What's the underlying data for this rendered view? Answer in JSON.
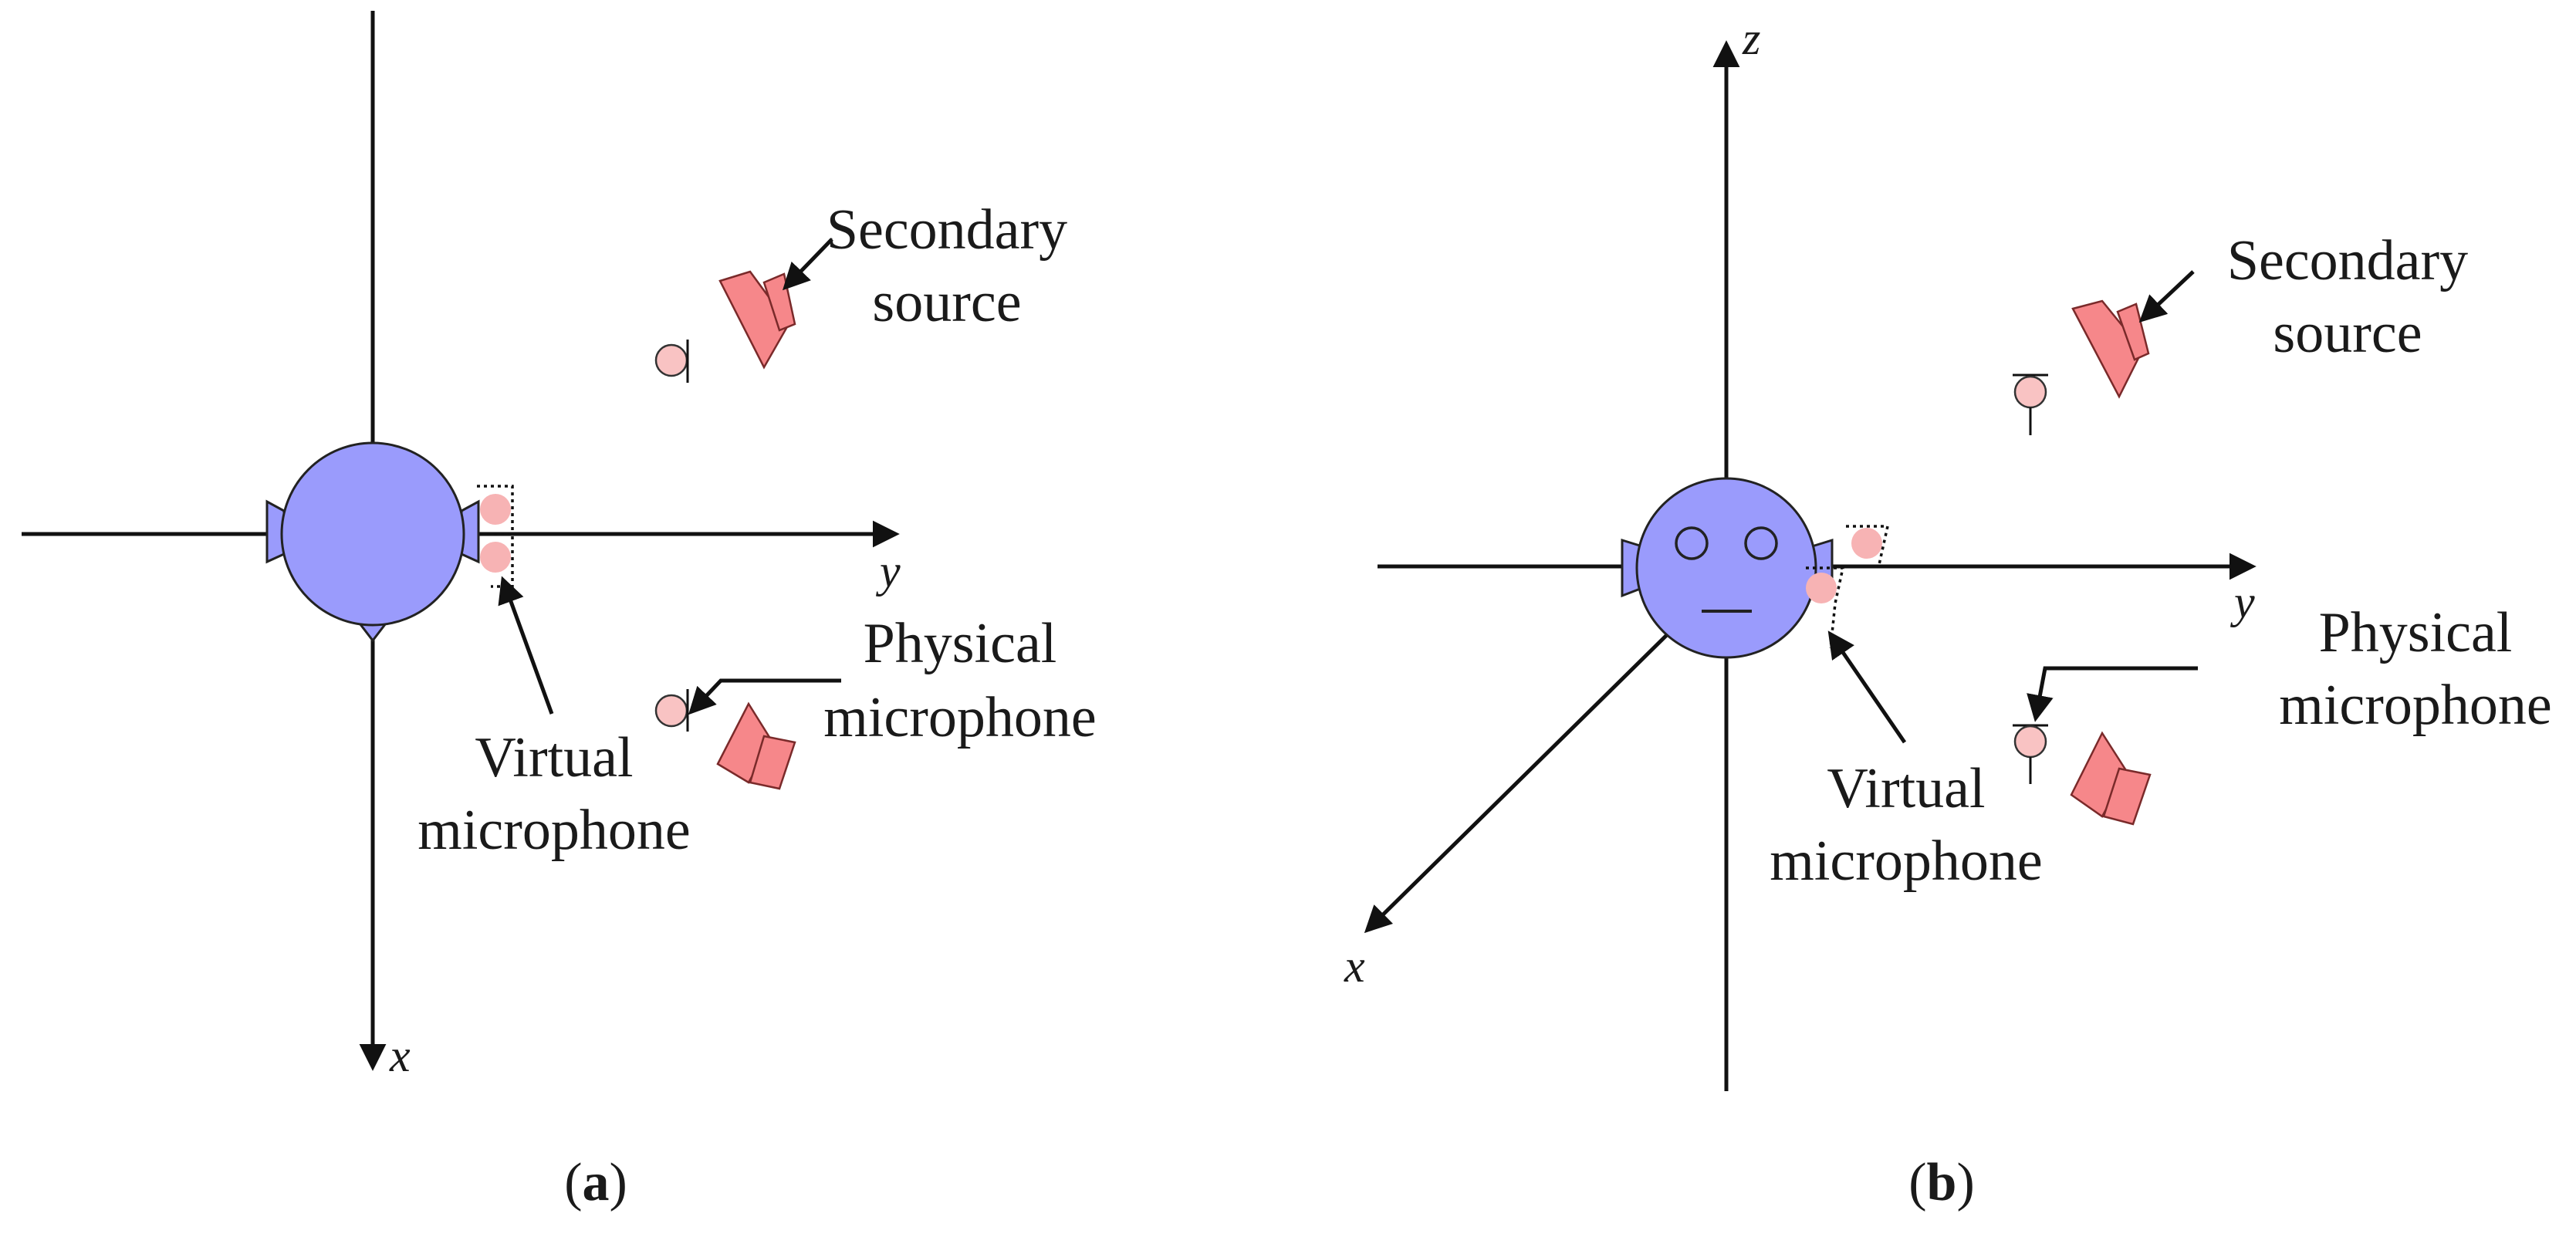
{
  "panel_a": {
    "secondary_source_label": [
      "Secondary",
      "source"
    ],
    "physical_microphone_label": [
      "Physical",
      "microphone"
    ],
    "virtual_microphone_label": [
      "Virtual",
      "microphone"
    ],
    "axis_y": "y",
    "axis_x": "x",
    "caption_open": "(",
    "caption_letter": "a",
    "caption_close": ")"
  },
  "panel_b": {
    "secondary_source_label": [
      "Secondary",
      "source"
    ],
    "physical_microphone_label": [
      "Physical",
      "microphone"
    ],
    "virtual_microphone_label": [
      "Virtual",
      "microphone"
    ],
    "axis_z": "z",
    "axis_y": "y",
    "axis_x": "x",
    "caption_open": "(",
    "caption_letter": "b",
    "caption_close": ")"
  },
  "colors": {
    "head": "#9a9bfc",
    "speaker": "#f6878a",
    "microphone": "#f9c3c3"
  }
}
